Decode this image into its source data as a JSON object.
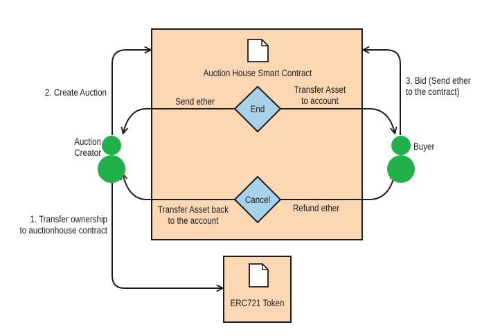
{
  "contract_box": {
    "title": "Auction House Smart Contract",
    "fill": "#fbd7b4",
    "border": "#1a1a1a"
  },
  "token_box": {
    "title": "ERC721 Token",
    "fill": "#fbd7b4",
    "border": "#1a1a1a"
  },
  "decisions": {
    "end": {
      "label": "End",
      "fill": "#a8d1ea"
    },
    "cancel": {
      "label": "Cancel",
      "fill": "#a8d1ea"
    }
  },
  "actors": {
    "creator": {
      "line1": "Auction",
      "line2": "Creator",
      "color": "#22b04b"
    },
    "buyer": {
      "label": "Buyer",
      "color": "#22b04b"
    }
  },
  "flows": {
    "create_auction": "2. Create Auction",
    "bid": {
      "line1": "3. Bid (Send ether",
      "line2": "to the contract)"
    },
    "send_ether": "Send ether",
    "transfer_asset_account": {
      "line1": "Transfer Asset",
      "line2": "to account"
    },
    "transfer_asset_back": {
      "line1": "Transfer Asset back",
      "line2": "to the account"
    },
    "refund_ether": "Refund ether",
    "transfer_ownership": {
      "line1": "1. Transfer ownership",
      "line2": "to auctionhouse contract"
    }
  },
  "icons": {
    "contract_doc": "document-icon",
    "token_doc": "document-icon"
  }
}
